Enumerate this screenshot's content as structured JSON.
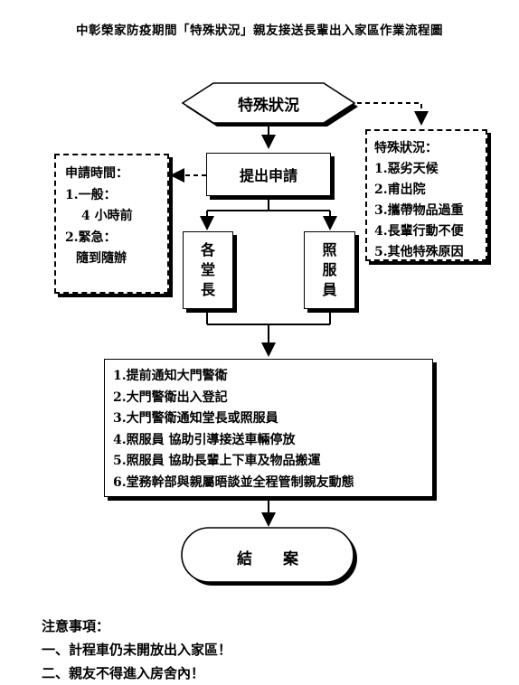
{
  "title": "中彰榮家防疫期間「特殊狀況」親友接送長輩出入家區作業流程圖",
  "start": "特殊狀況",
  "apply": "提出申請",
  "apply_time": {
    "heading": "申請時間：",
    "lines": [
      "1.一般：",
      "4 小時前",
      "2.緊急：",
      "隨到隨辦"
    ]
  },
  "special_cases": {
    "heading": "特殊狀況：",
    "items": [
      "1.惡劣天候",
      "2.甫出院",
      "3.攜帶物品過重",
      "4.長輩行動不便",
      "5.其他特殊原因"
    ]
  },
  "left_party": [
    "各",
    "堂",
    "長"
  ],
  "right_party": [
    "照",
    "服",
    "員"
  ],
  "steps": [
    "1.提前通知大門警衛",
    "2.大門警衛出入登記",
    "3.大門警衛通知堂長或照服員",
    "4.照服員 協助引導接送車輛停放",
    "5.照服員 協助長輩上下車及物品搬運",
    "6.堂務幹部與親屬晤談並全程管制親友動態"
  ],
  "end": "結　　案",
  "notes": {
    "heading": "注意事項：",
    "items": [
      "一、計程車仍未開放出入家區！",
      "二、親友不得進入房舍內！"
    ]
  }
}
